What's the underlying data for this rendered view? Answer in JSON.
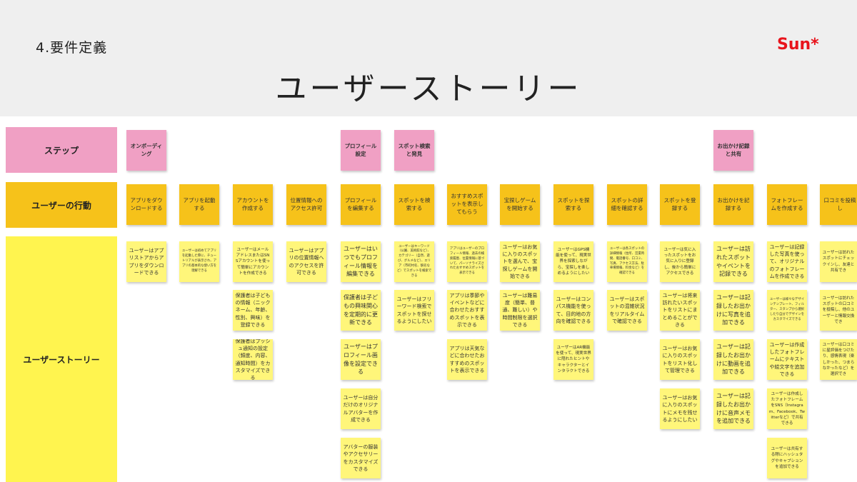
{
  "header": {
    "section_label": "4.要件定義",
    "logo": "Sun*",
    "title": "ユーザーストーリー"
  },
  "row_labels": {
    "step": "ステップ",
    "action": "ユーザーの行動",
    "story": "ユーザーストーリー"
  },
  "steps": [
    "オンボーディング",
    "プロフィール設定",
    "スポット検索と発見",
    "お出かけ記録と共有"
  ],
  "actions": [
    "アプリをダウンロードする",
    "アプリを起動する",
    "アカウントを作成する",
    "位置情報へのアクセス許可",
    "プロフィールを編集する",
    "スポットを検索する",
    "おすすめスポットを表示してもらう",
    "宝探しゲームを開始する",
    "スポットを探索する",
    "スポットの詳細を確認する",
    "スポットを登録する",
    "お出かけを記録する",
    "フォトフレームを作成する",
    "口コミを投稿し"
  ],
  "stories": {
    "c0": [
      "ユーザーはアプリストアからアプリをダウンロードできる"
    ],
    "c1": [
      "ユーザーは初めてアプリを起動した際に、チュートリアルが表示され、アプリの基本的な使い方を理解できる"
    ],
    "c2": [
      "ユーザーはメールアドレスまたはSNSアカウントを使って簡単にアカウントを作成できる",
      "保護者は子どもの情報（ニックネーム、年齢、性別、興味）を登録できる",
      "保護者はプッシュ通知の設定（頻度、内容、通知時間）をカスタマイズできる"
    ],
    "c3": [
      "ユーザーはアプリの位置情報へのアクセスを許可できる"
    ],
    "c4": [
      "ユーザーはいつでもプロフィール情報を編集できる",
      "保護者は子どもの興味関心を定期的に更新できる",
      "ユーザーはプロフィール画像を設定できる",
      "ユーザーは自分だけのオリジナルアバターを作成できる",
      "アバターの服装やアクセサリーをカスタマイズできる"
    ],
    "c5": [
      "ユーザーはキーワード（公園、美術館など）、カテゴリー（自然、遊び、グルメなど）、エリア（市町村名、駅名など）でスポットを検索できる",
      "ユーザーはフリーワード検索でスポットを探せるようにしたい"
    ],
    "c6": [
      "アプリはユーザーのプロフィール情報、過去の検索履歴、位置情報に基づいて、パーソナライズされたおすすめスポットを表示できる",
      "アプリは季節やイベントなどに合わせたおすすめスポットを表示できる",
      "アプリは天気などに合わせたおすすめのスポットを表示できる"
    ],
    "c7": [
      "ユーザーはお気に入りのスポットを選んで、宝探しゲームを開始できる",
      "ユーザーは難易度（簡単、普通、難しい）や時間制限を選択できる"
    ],
    "c8": [
      "ユーザーはGPS機能を使って、現実世界を探索しながら、宝探しを楽しめるようにしたい",
      "ユーザーはコンパス機能を使って、目的地の方向を確認できる",
      "ユーザーはAR機能を使って、現実世界に隠れたヒントやキャラクターとインタラクトできる"
    ],
    "c9": [
      "ユーザーは各スポットの詳細情報（住所、営業時間、電話番号、口コミ、写真、アクセス方法、駐車場情報、料金など）を確認できる",
      "ユーザーはスポットの混雑状況をリアルタイムで確認できる"
    ],
    "c10": [
      "ユーザーは気に入ったスポットをお気に入りに登録し、後から簡単にアクセスできる",
      "ユーザーは将来訪れたいスポットをリストにまとめることができる",
      "ユーザーはお気に入りのスポットをリスト化して管理できる",
      "ユーザーはお気に入りのスポットにメモを残せるようにしたい"
    ],
    "c11": [
      "ユーザーは訪れたスポットやイベントを記録できる",
      "ユーザーは記録したお出かけに写真を追加できる",
      "ユーザーは記録したお出かけに動画を追加できる",
      "ユーザーは記録したお出かけに音声メモを追加できる"
    ],
    "c12": [
      "ユーザーは記録した写真を使って、オリジナルのフォトフレームを作成できる",
      "ユーザーは様々なデザインテンプレート、フィルター、スタンプから選択したり自分でデザインをカスタマイズできる",
      "ユーザーは作成したフォトフレームにテキストや絵文字を追加できる",
      "ユーザーは作成したフォトフレームをSNS（Instagram、Facebook、Twitterなど）で共有できる",
      "ユーザーは共有する際にハッシュタグやキャプションを追加できる"
    ],
    "c13": [
      "ユーザーは訪れたスポットにチェックインし、友達と共有でき",
      "ユーザーは訪れたスポットの口コミを投稿し、他のユーザーと情報交換でき",
      "ユーザーは口コミに星評価をつけたり、感情表現（楽しかった、つまらなかったなど）を選択でき"
    ]
  }
}
